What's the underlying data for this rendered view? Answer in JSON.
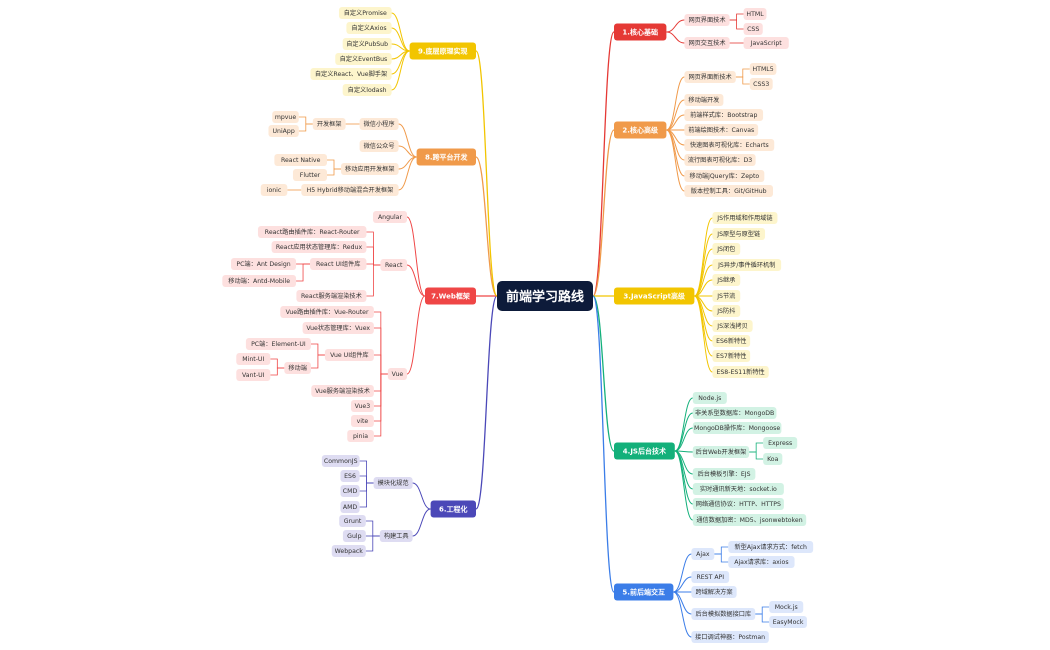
{
  "root": {
    "label": "前端学习路线"
  },
  "branches": [
    {
      "label": "1.核心基础",
      "color": "#e53935",
      "light": "#fde0df",
      "text": "#333333",
      "children": [
        {
          "label": "网页界面技术",
          "children": [
            {
              "label": "HTML"
            },
            {
              "label": "CSS"
            }
          ]
        },
        {
          "label": "网页交互技术",
          "children": [
            {
              "label": "JavaScript"
            }
          ]
        }
      ]
    },
    {
      "label": "2.核心高级",
      "color": "#f09a4a",
      "light": "#fde9d7",
      "text": "#333333",
      "children": [
        {
          "label": "网页界面新技术",
          "children": [
            {
              "label": "HTML5"
            },
            {
              "label": "CSS3"
            }
          ]
        },
        {
          "label": "移动端开发"
        },
        {
          "label": "前端样式库：Bootstrap"
        },
        {
          "label": "前端绘图技术：Canvas"
        },
        {
          "label": "快速图表可视化库：Echarts"
        },
        {
          "label": "流行图表可视化库：D3"
        },
        {
          "label": "移动端jQuery库：Zepto"
        },
        {
          "label": "版本控制工具：Git/GitHub"
        }
      ]
    },
    {
      "label": "3.JavaScript高级",
      "color": "#f2c500",
      "light": "#fdf5cc",
      "text": "#333333",
      "children": [
        {
          "label": "JS作用域和作用域链"
        },
        {
          "label": "JS原型与原型链"
        },
        {
          "label": "JS闭包"
        },
        {
          "label": "JS异步/事件循环机制"
        },
        {
          "label": "JS继承"
        },
        {
          "label": "JS节流"
        },
        {
          "label": "JS防抖"
        },
        {
          "label": "JS深浅拷贝"
        },
        {
          "label": "ES6新特性"
        },
        {
          "label": "ES7新特性"
        },
        {
          "label": "ES8-ES11新特性"
        }
      ]
    },
    {
      "label": "4.JS后台技术",
      "color": "#13b07a",
      "light": "#d2f2e4",
      "text": "#333333",
      "children": [
        {
          "label": "Node.js"
        },
        {
          "label": "非关系型数据库：MongoDB"
        },
        {
          "label": "MongoDB操作库：Mongoose"
        },
        {
          "label": "后台Web开发框架",
          "children": [
            {
              "label": "Express"
            },
            {
              "label": "Koa"
            }
          ]
        },
        {
          "label": "后台模板引擎：EJS"
        },
        {
          "label": "实时通讯新天地：socket.io"
        },
        {
          "label": "网络通信协议：HTTP、HTTPS"
        },
        {
          "label": "通信数据加密：MD5、jsonwebtoken"
        }
      ]
    },
    {
      "label": "5.前后端交互",
      "color": "#3b7de8",
      "light": "#dde7fb",
      "text": "#333333",
      "children": [
        {
          "label": "Ajax",
          "children": [
            {
              "label": "新型Ajax请求方式：fetch"
            },
            {
              "label": "Ajax请求库：axios"
            }
          ]
        },
        {
          "label": "REST API"
        },
        {
          "label": "跨域解决方案"
        },
        {
          "label": "后台模拟数据接口库",
          "children": [
            {
              "label": "Mock.js"
            },
            {
              "label": "EasyMock"
            }
          ]
        },
        {
          "label": "接口调试神器：Postman"
        }
      ]
    },
    {
      "label": "6.工程化",
      "color": "#4b48b8",
      "light": "#dedcf2",
      "text": "#333333",
      "children": [
        {
          "label": "模块化规范",
          "children": [
            {
              "label": "CommonJS"
            },
            {
              "label": "ES6"
            },
            {
              "label": "CMD"
            },
            {
              "label": "AMD"
            }
          ]
        },
        {
          "label": "构建工具",
          "children": [
            {
              "label": "Grunt"
            },
            {
              "label": "Gulp"
            },
            {
              "label": "Webpack"
            }
          ]
        }
      ]
    },
    {
      "label": "7.Web框架",
      "color": "#ef4646",
      "light": "#fde0df",
      "text": "#333333",
      "children": [
        {
          "label": "Angular"
        },
        {
          "label": "React",
          "children": [
            {
              "label": "React路由插件库：React-Router"
            },
            {
              "label": "React应用状态管理库：Redux"
            },
            {
              "label": "React UI组件库",
              "children": [
                {
                  "label": "PC端：Ant Design"
                },
                {
                  "label": "移动端：Antd-Mobile"
                }
              ]
            },
            {
              "label": "React服务端渲染技术"
            }
          ]
        },
        {
          "label": "Vue",
          "children": [
            {
              "label": "Vue路由插件库：Vue-Router"
            },
            {
              "label": "Vue状态管理库：Vuex"
            },
            {
              "label": "Vue UI组件库",
              "children": [
                {
                  "label": "PC端：Element-UI"
                },
                {
                  "label": "移动端",
                  "children": [
                    {
                      "label": "Mint-UI"
                    },
                    {
                      "label": "Vant-UI"
                    }
                  ]
                }
              ]
            },
            {
              "label": "Vue服务端渲染技术"
            },
            {
              "label": "Vue3"
            },
            {
              "label": "vite"
            },
            {
              "label": "pinia"
            }
          ]
        }
      ]
    },
    {
      "label": "8.跨平台开发",
      "color": "#f09a4a",
      "light": "#fde9d7",
      "text": "#333333",
      "children": [
        {
          "label": "微信小程序",
          "children": [
            {
              "label": "开发框架",
              "children": [
                {
                  "label": "mpvue"
                },
                {
                  "label": "UniApp"
                }
              ]
            }
          ]
        },
        {
          "label": "微信公众号"
        },
        {
          "label": "移动应用开发框架",
          "children": [
            {
              "label": "React Native"
            },
            {
              "label": "Flutter"
            }
          ]
        },
        {
          "label": "H5 Hybrid移动端混合开发框架",
          "children": [
            {
              "label": "ionic"
            }
          ]
        }
      ]
    },
    {
      "label": "9.底层原理实现",
      "color": "#f2c500",
      "light": "#fdf5cc",
      "text": "#333333",
      "children": [
        {
          "label": "自定义Promise"
        },
        {
          "label": "自定义Axios"
        },
        {
          "label": "自定义PubSub"
        },
        {
          "label": "自定义EventBus"
        },
        {
          "label": "自定义React、Vue脚手架"
        },
        {
          "label": "自定义lodash"
        }
      ]
    }
  ]
}
